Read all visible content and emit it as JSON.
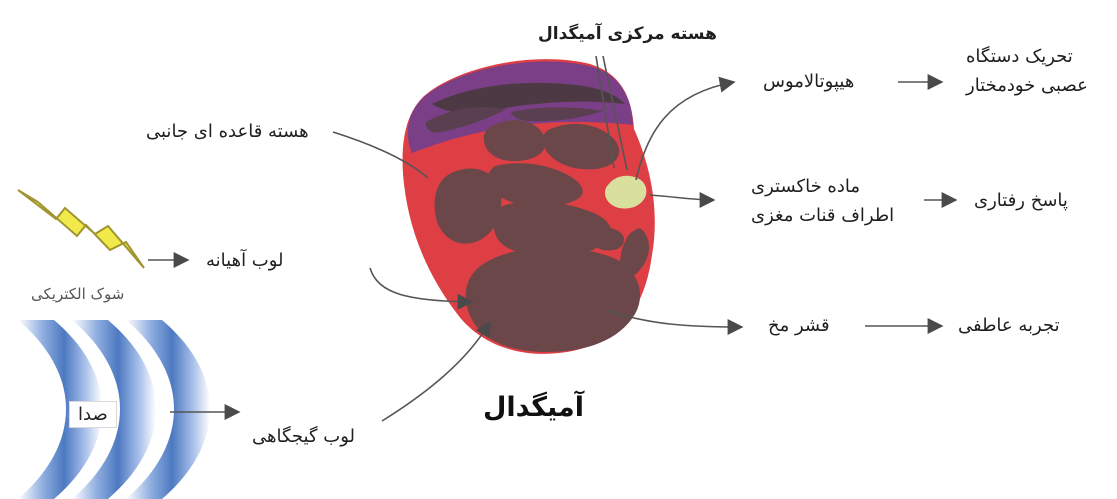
{
  "title": "آمیگدال",
  "labels": {
    "central_nucleus": "هسته مرکزی آمیگدال",
    "basolateral_nucleus": "هسته قاعده ای جانبی",
    "hypothalamus": "هیپوتالاموس",
    "autonomic_activation_line1": "تحریک دستگاه",
    "autonomic_activation_line2": "عصبی خودمختار",
    "periaqueductal_gray_line1": "ماده خاکستری",
    "periaqueductal_gray_line2": "اطراف قنات مغزی",
    "behavioral_response": "پاسخ رفتاری",
    "cortex": "قشر مخ",
    "emotional_experience": "تجربه عاطفی",
    "parietal_lobe": "لوب آهیانه",
    "temporal_lobe": "لوب گیجگاهی",
    "electric_shock": "شوک الکتریکی",
    "sound": "صدا"
  },
  "icons": {
    "shock": "lightning-bolt-icon",
    "sound": "sound-wave-icon"
  },
  "colors": {
    "brain_red": "#de3f45",
    "brain_dark": "#6c4749",
    "purple_layer": "#7a3f86",
    "central_nucleus": "#d9df9c",
    "lightning_yellow": "#f2ea4b",
    "wave_blue": "#4d79c1"
  }
}
